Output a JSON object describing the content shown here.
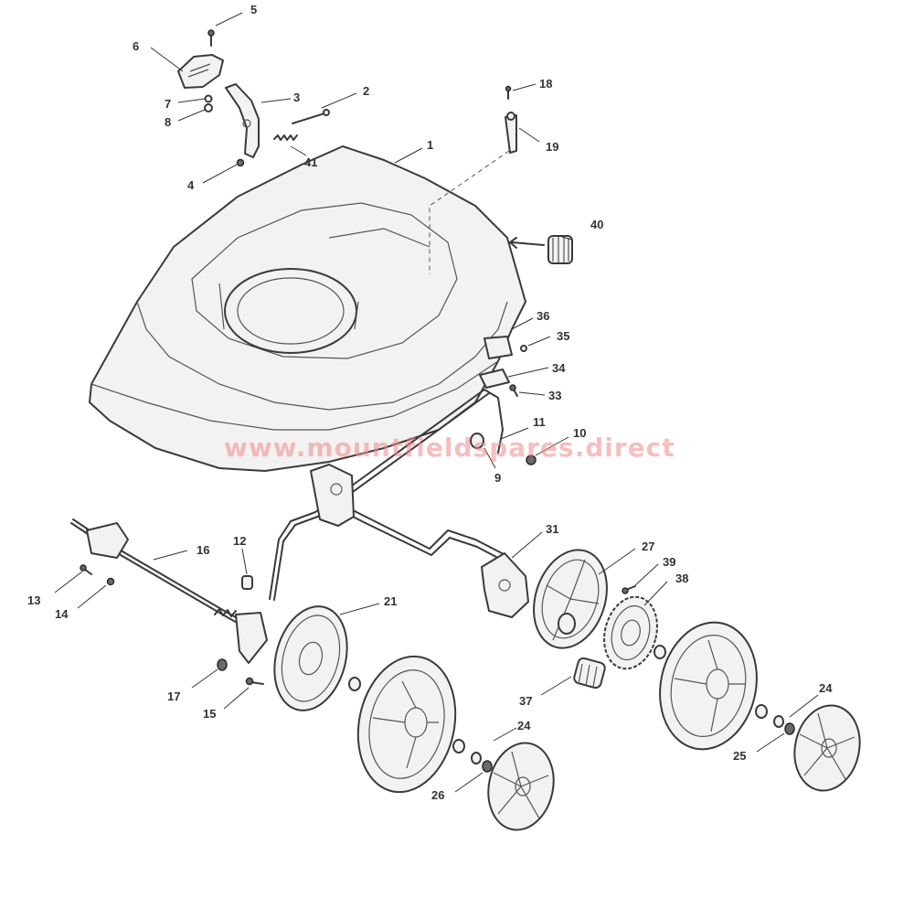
{
  "watermark": "www.mountfieldspares.direct",
  "colors": {
    "line": "#3a3a3a",
    "watermark": "#f08a8a",
    "background": "#ffffff"
  },
  "callouts": {
    "c1": "1",
    "c2": "2",
    "c3": "3",
    "c4": "4",
    "c5": "5",
    "c6": "6",
    "c7": "7",
    "c8": "8",
    "c9": "9",
    "c10": "10",
    "c11": "11",
    "c12": "12",
    "c13": "13",
    "c14": "14",
    "c15": "15",
    "c16": "16",
    "c17": "17",
    "c18": "18",
    "c19": "19",
    "c21": "21",
    "c24a": "24",
    "c24b": "24",
    "c25": "25",
    "c26": "26",
    "c27": "27",
    "c31": "31",
    "c33": "33",
    "c34": "34",
    "c35": "35",
    "c36": "36",
    "c37": "37",
    "c38": "38",
    "c39": "39",
    "c40": "40",
    "c41": "41"
  }
}
